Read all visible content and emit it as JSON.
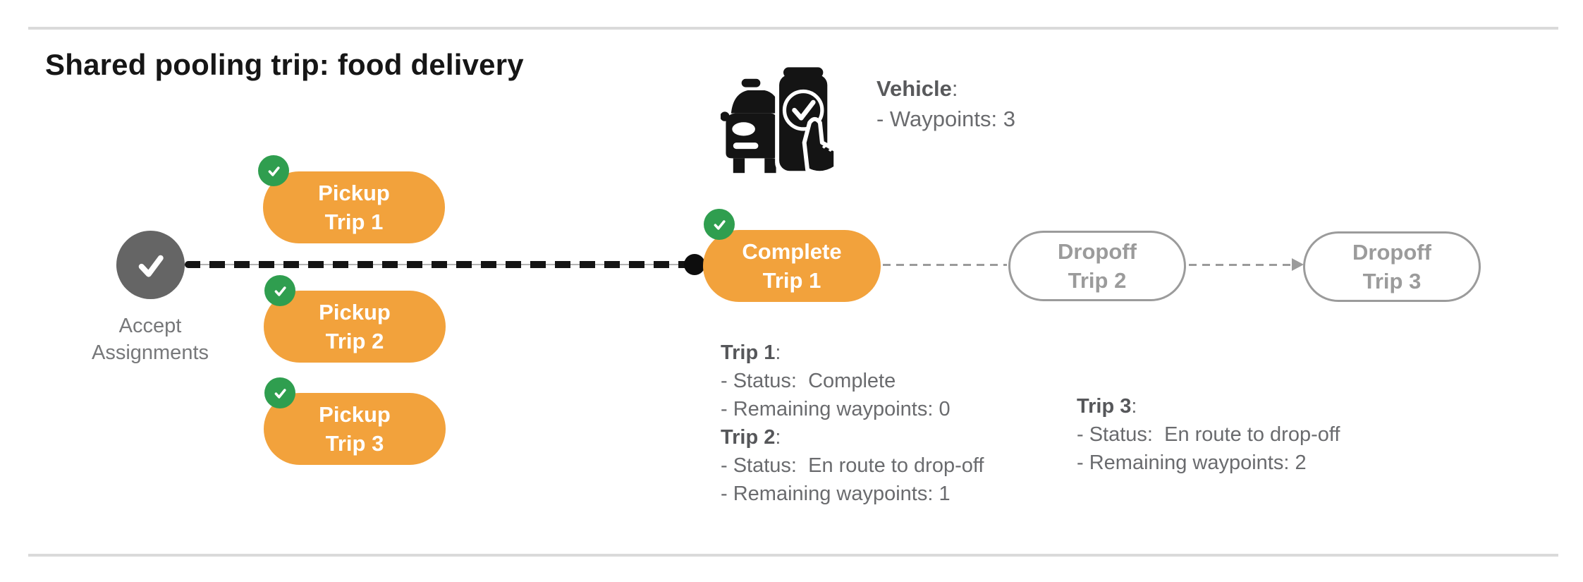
{
  "title": "Shared pooling trip: food delivery",
  "vehicle_info": {
    "label": "Vehicle",
    "label_suffix": ":",
    "waypoints": "- Waypoints: 3"
  },
  "accept_node": {
    "label_line1": "Accept",
    "label_line2": "Assignments"
  },
  "pills": {
    "pickup1": {
      "line1": "Pickup",
      "line2": "Trip 1"
    },
    "pickup2": {
      "line1": "Pickup",
      "line2": "Trip 2"
    },
    "pickup3": {
      "line1": "Pickup",
      "line2": "Trip 3"
    },
    "complete1": {
      "line1": "Complete",
      "line2": "Trip 1"
    },
    "dropoff2": {
      "line1": "Dropoff",
      "line2": "Trip 2"
    },
    "dropoff3": {
      "line1": "Dropoff",
      "line2": "Trip 3"
    }
  },
  "status_blocks": {
    "trip1": {
      "label": "Trip 1",
      "suffix": ":",
      "status": "- Status:  Complete",
      "waypoints": "- Remaining waypoints: 0"
    },
    "trip2": {
      "label": "Trip 2",
      "suffix": ":",
      "status": "- Status:  En route to drop-off",
      "waypoints": "- Remaining waypoints: 1"
    },
    "trip3": {
      "label": "Trip 3",
      "suffix": ":",
      "status": "- Status:  En route to drop-off",
      "waypoints": "- Remaining waypoints: 2"
    }
  },
  "icons": {
    "vehicle": "car-phone-check-icon",
    "accept": "check-icon",
    "completed_badge": "check-icon"
  },
  "colors": {
    "orange": "#F2A23C",
    "green": "#2F9E4F",
    "gray_node": "#656565",
    "gray_outline": "#9B9B9B",
    "text_dark": "#161616",
    "text_gray": "#6A6B6E",
    "divider": "#DADADA"
  }
}
